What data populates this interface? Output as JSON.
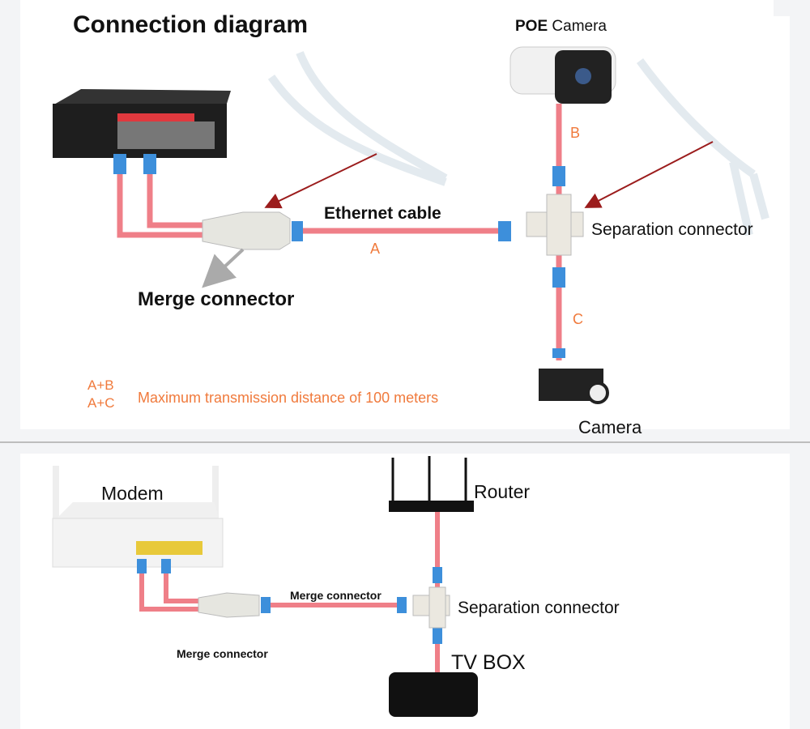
{
  "top": {
    "title": "Connection diagram",
    "poe_camera_bold": "POE",
    "poe_camera_rest": "Camera",
    "ethernet_cable": "Ethernet cable",
    "label_a": "A",
    "label_b": "B",
    "label_c": "C",
    "separation_connector": "Separation connector",
    "merge_connector": "Merge connector",
    "combo_ab": "A+B",
    "combo_ac": "A+C",
    "max_distance": "Maximum transmission distance of 100 meters",
    "camera": "Camera"
  },
  "bottom": {
    "modem": "Modem",
    "router": "Router",
    "merge_connector_cable": "Merge connector",
    "merge_connector": "Merge connector",
    "separation_connector": "Separation connector",
    "tv_box": "TV BOX"
  },
  "colors": {
    "cable": "#ef7f88",
    "connector": "#3d8fdb",
    "arrow": "#9b1c1c",
    "orange_text": "#f07a3c"
  }
}
